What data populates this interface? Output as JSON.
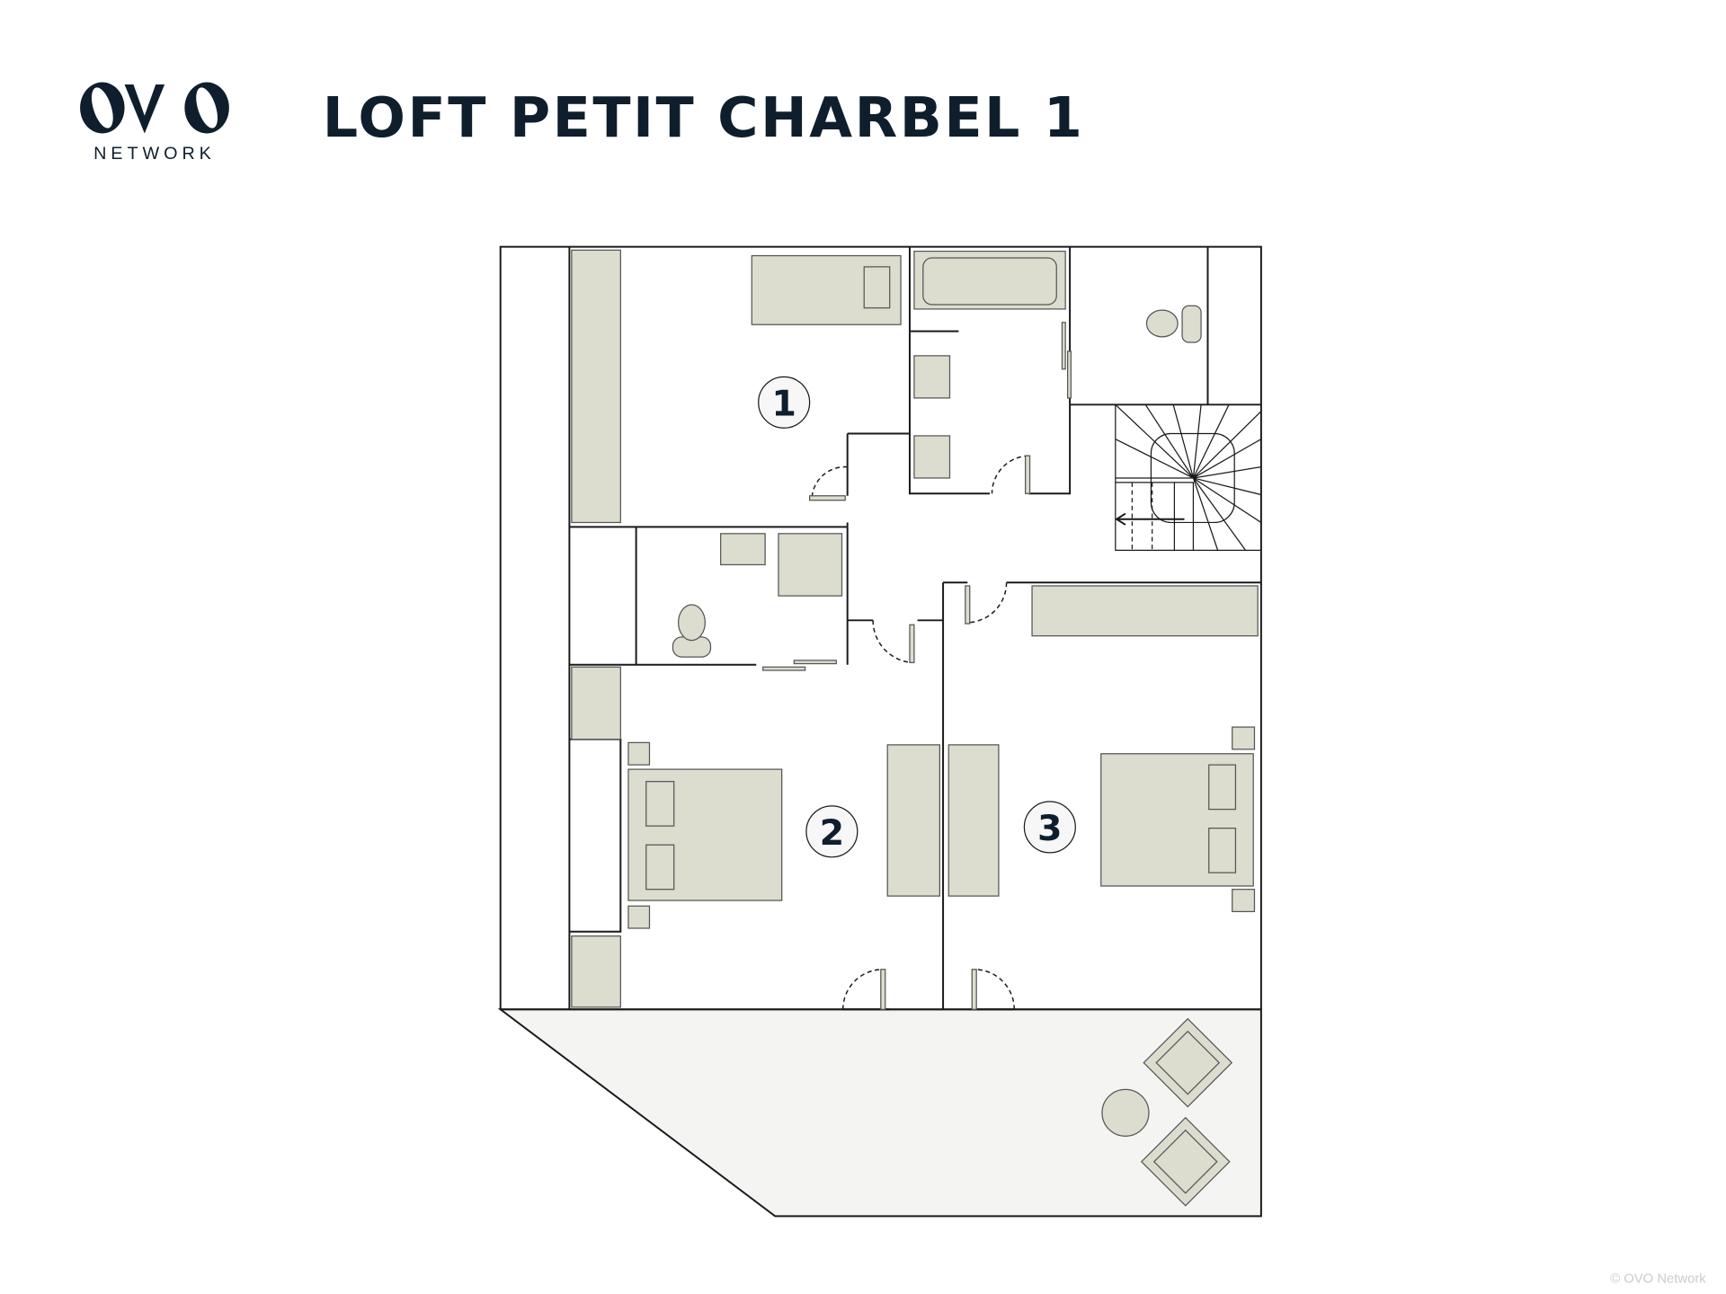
{
  "header": {
    "logo_mark": "OVO",
    "logo_text": "NETWORK",
    "title": "LOFT PETIT CHARBEL 1"
  },
  "plan": {
    "rooms": [
      {
        "label": "1"
      },
      {
        "label": "2"
      },
      {
        "label": "3"
      }
    ]
  },
  "footer": {
    "copyright": "© OVO Network"
  },
  "colors": {
    "brand": "#0f1e2c",
    "furniture": "#dcdccf",
    "terrace": "#f4f4f2"
  }
}
